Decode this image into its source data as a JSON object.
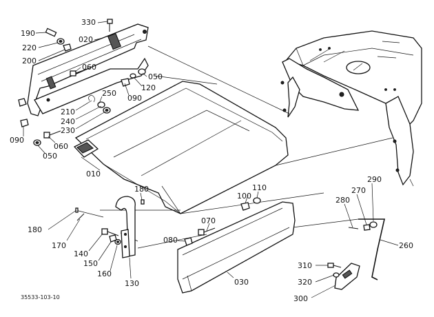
{
  "diagram": {
    "drawing_code": "35533-103-10",
    "callouts": [
      {
        "id": "c330",
        "text": "330"
      },
      {
        "id": "c190",
        "text": "190"
      },
      {
        "id": "c020",
        "text": "020"
      },
      {
        "id": "c220",
        "text": "220"
      },
      {
        "id": "c200",
        "text": "200"
      },
      {
        "id": "c060a",
        "text": "060"
      },
      {
        "id": "c050a",
        "text": "050"
      },
      {
        "id": "c120",
        "text": "120"
      },
      {
        "id": "c090a",
        "text": "090"
      },
      {
        "id": "c250",
        "text": "250"
      },
      {
        "id": "c210",
        "text": "210"
      },
      {
        "id": "c240",
        "text": "240"
      },
      {
        "id": "c230",
        "text": "230"
      },
      {
        "id": "c090b",
        "text": "090"
      },
      {
        "id": "c060b",
        "text": "060"
      },
      {
        "id": "c050b",
        "text": "050"
      },
      {
        "id": "c010",
        "text": "010"
      },
      {
        "id": "c180a",
        "text": "180"
      },
      {
        "id": "c180b",
        "text": "180"
      },
      {
        "id": "c170",
        "text": "170"
      },
      {
        "id": "c140",
        "text": "140"
      },
      {
        "id": "c150",
        "text": "150"
      },
      {
        "id": "c160",
        "text": "160"
      },
      {
        "id": "c130",
        "text": "130"
      },
      {
        "id": "c100",
        "text": "100"
      },
      {
        "id": "c110",
        "text": "110"
      },
      {
        "id": "c070",
        "text": "070"
      },
      {
        "id": "c080",
        "text": "080"
      },
      {
        "id": "c030",
        "text": "030"
      },
      {
        "id": "c290",
        "text": "290"
      },
      {
        "id": "c270",
        "text": "270"
      },
      {
        "id": "c280",
        "text": "280"
      },
      {
        "id": "c260",
        "text": "260"
      },
      {
        "id": "c310",
        "text": "310"
      },
      {
        "id": "c320",
        "text": "320"
      },
      {
        "id": "c300",
        "text": "300"
      }
    ]
  }
}
